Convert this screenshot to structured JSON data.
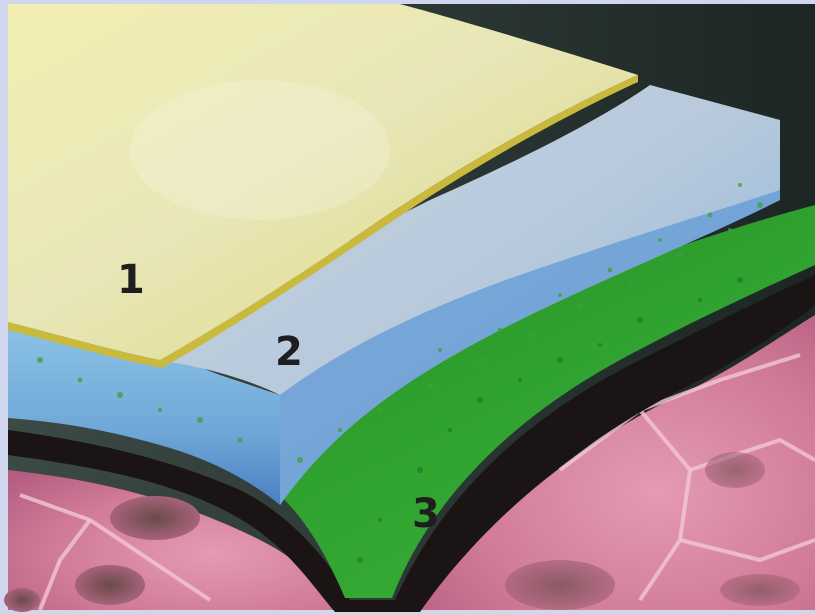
{
  "labels": {
    "layer_1": "1",
    "layer_2": "2",
    "layer_3": "3"
  },
  "colors": {
    "frame": "#cfd6ee",
    "background_dark": "#2a3633",
    "layer_1_yellow": "#dfe08a",
    "layer_2_blue": "#8fc3e6",
    "layer_3_green": "#2f9a2c",
    "membrane_dark": "#1a1414",
    "tissue_pink": "#d77b9a"
  },
  "icons": {
    "diagram": "layered-tissue-illustration"
  }
}
